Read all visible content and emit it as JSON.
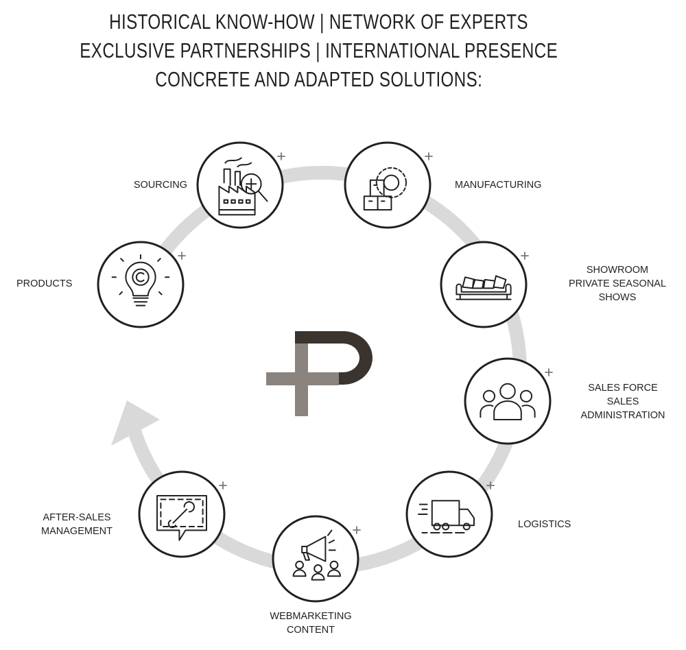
{
  "header": {
    "line1": "HISTORICAL KNOW-HOW | NETWORK OF EXPERTS",
    "line2": "EXCLUSIVE PARTNERSHIPS | INTERNATIONAL PRESENCE",
    "line3": "CONCRETE AND ADAPTED SOLUTIONS:"
  },
  "steps": {
    "products": {
      "label": "PRODUCTS",
      "icon": "lightbulb-copyright-icon"
    },
    "sourcing": {
      "label": "SOURCING",
      "icon": "factory-magnifier-icon"
    },
    "manufacturing": {
      "label": "MANUFACTURING",
      "icon": "gear-boxes-icon"
    },
    "showroom": {
      "line1": "SHOWROOM",
      "line2": "PRIVATE SEASONAL",
      "line3": "SHOWS",
      "icon": "sofa-icon"
    },
    "sales": {
      "line1": "SALES FORCE",
      "line2": "SALES",
      "line3": "ADMINISTRATION",
      "icon": "people-group-icon"
    },
    "logistics": {
      "label": "LOGISTICS",
      "icon": "truck-icon"
    },
    "webmarketing": {
      "line1": "WEBMARKETING",
      "line2": "CONTENT",
      "icon": "megaphone-audience-icon"
    },
    "aftersales": {
      "line1": "AFTER-SALES",
      "line2": "MANAGEMENT",
      "icon": "wrench-speech-bubble-icon"
    }
  },
  "colors": {
    "ring": "#d9d9d9",
    "ink": "#231f20",
    "logo_dark": "#3a332e",
    "logo_gray": "#8a837e"
  }
}
